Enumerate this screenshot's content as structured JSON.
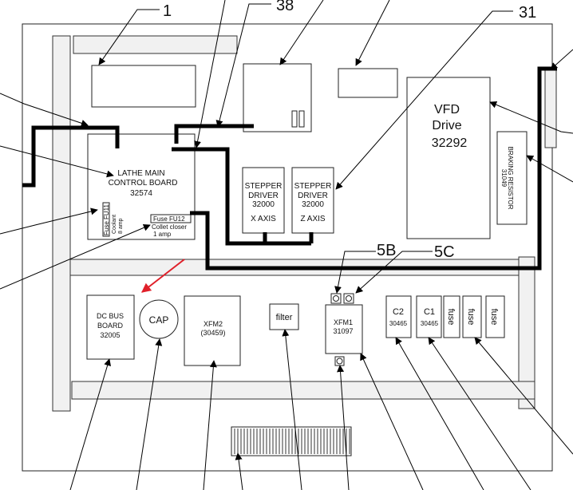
{
  "callouts": {
    "c1": "1",
    "c38": "38",
    "c31": "31",
    "c5b": "5B",
    "c5c": "5C"
  },
  "components": {
    "main_board": [
      "LATHE MAIN",
      "CONTROL BOARD",
      "32574"
    ],
    "fuse1": {
      "title": "Fuse FU11",
      "sub": [
        "Coolant",
        "8 amp"
      ]
    },
    "fuse2": {
      "title": "Fuse FU12",
      "sub": [
        "Collet closer",
        "1 amp"
      ]
    },
    "stepper_x": [
      "STEPPER",
      "DRIVER",
      "32000",
      "X AXIS"
    ],
    "stepper_z": [
      "STEPPER",
      "DRIVER",
      "32000",
      "Z AXIS"
    ],
    "vfd": [
      "VFD",
      "Drive",
      "32292"
    ],
    "braking": [
      "BRAKING RESISTOR",
      "31049"
    ],
    "dcbus": [
      "DC BUS",
      "BOARD",
      "32005"
    ],
    "cap": "CAP",
    "xfm2": [
      "XFM2",
      "(30459)"
    ],
    "filter": "filter",
    "xfm1": [
      "XFM1",
      "31097"
    ],
    "c2": [
      "C2",
      "30465"
    ],
    "c1": [
      "C1",
      "30465"
    ],
    "fuses": [
      "fuse",
      "fuse",
      "fuse"
    ]
  },
  "colors": {
    "line": "#000000",
    "panel": "#f1f1f1",
    "arrow": "#e0202a"
  }
}
